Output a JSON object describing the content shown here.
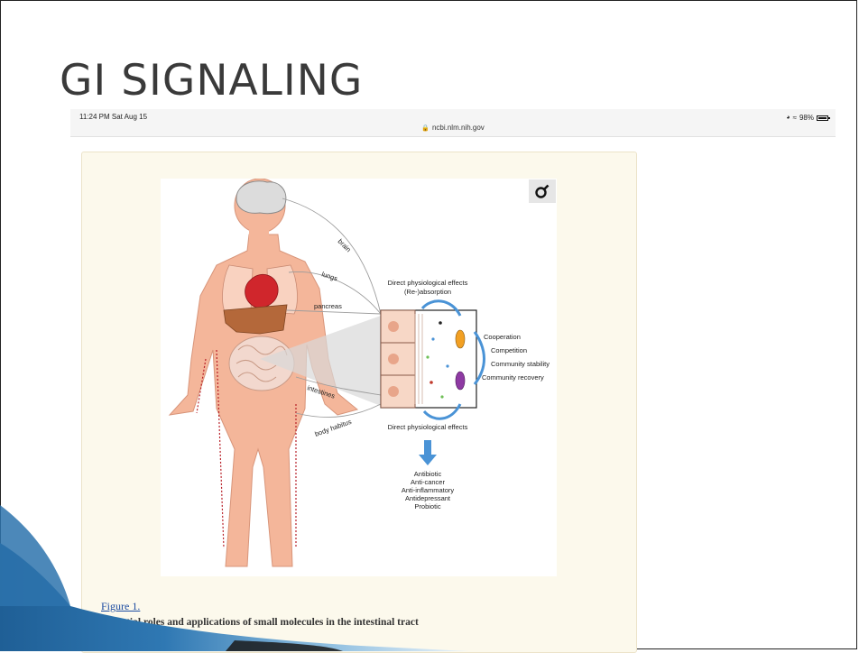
{
  "slide": {
    "title": "GI SIGNALING"
  },
  "status_bar": {
    "time": "11:24 PM  Sat Aug 15",
    "url": "ncbi.nlm.nih.gov",
    "battery": "98%"
  },
  "icons": {
    "lock": "lock-icon",
    "signal": "signal-icon",
    "wifi": "wifi-icon",
    "battery": "battery-icon",
    "zoom": "magnifier-icon"
  },
  "figure": {
    "organ_labels": {
      "brain": "brain",
      "lungs": "lungs",
      "pancreas": "pancreas",
      "intestines": "intestines",
      "body_habitus": "body habitus"
    },
    "effects_top_1": "Direct physiological effects",
    "effects_top_2": "(Re-)absorption",
    "effects_bottom": "Direct physiological effects",
    "microbial": [
      "Cooperation",
      "Competition",
      "Community stability",
      "Community recovery"
    ],
    "applications": [
      "Antibiotic",
      "Anti-cancer",
      "Anti-inflammatory",
      "Antidepressant",
      "Probiotic"
    ],
    "link_text": "Figure 1.",
    "caption": "Potential roles and applications of small molecules in the intestinal tract"
  },
  "colors": {
    "skin": "#f4b69a",
    "body_outline": "#d8957a",
    "heart": "#d0262c",
    "liver": "#b4683a",
    "arrow": "#4a93d6",
    "card_bg": "#fcf9ec",
    "link": "#1a4aa0",
    "deco_arrow": "#1f5f96"
  }
}
